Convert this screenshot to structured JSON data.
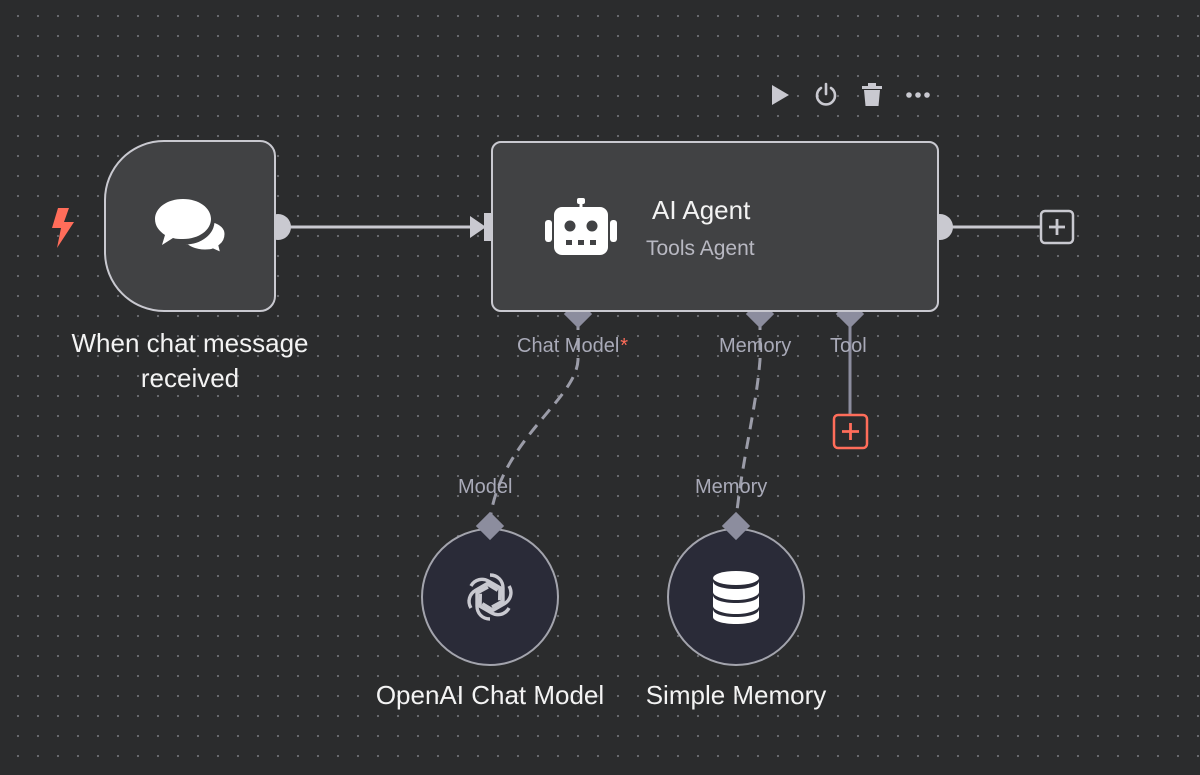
{
  "nodes": {
    "trigger": {
      "label": "When chat message received",
      "icon": "chat-bubbles-icon",
      "badge_icon": "lightning-icon"
    },
    "agent": {
      "title": "AI Agent",
      "subtitle": "Tools Agent",
      "icon": "robot-icon"
    },
    "openai": {
      "label": "OpenAI Chat Model",
      "icon": "openai-icon"
    },
    "memory": {
      "label": "Simple Memory",
      "icon": "database-icon"
    }
  },
  "ports": {
    "chat_model": {
      "label": "Chat Model",
      "required_mark": "*"
    },
    "memory": {
      "label": "Memory"
    },
    "tool": {
      "label": "Tool"
    },
    "model_in": {
      "label": "Model"
    },
    "memory_in": {
      "label": "Memory"
    }
  },
  "toolbar": {
    "buttons": [
      {
        "name": "execute-step",
        "icon": "play-icon"
      },
      {
        "name": "deactivate",
        "icon": "power-icon"
      },
      {
        "name": "delete",
        "icon": "trash-icon"
      },
      {
        "name": "more",
        "icon": "more-icon"
      }
    ]
  },
  "colors": {
    "canvas": "#2b2c2d",
    "node_fill": "#414244",
    "node_border": "#c9c9d0",
    "sub_node_fill": "#2a2b38",
    "connector": "#c9c9d0",
    "dashed_connector": "#9b9ca8",
    "port": "#8c8d9e",
    "accent": "#ff6d5a"
  }
}
